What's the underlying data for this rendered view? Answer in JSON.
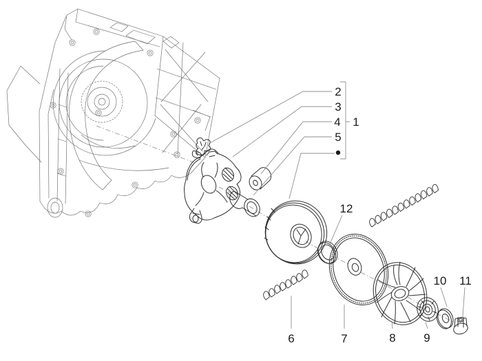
{
  "figure": {
    "background": "#ffffff",
    "line_color": "#2e2e2e",
    "case_line_color": "#6a6a6a",
    "leader_color": "#8f8f8f",
    "callout_color": "#1b1b1b"
  },
  "labels": {
    "1": "1",
    "2": "2",
    "3": "3",
    "4": "4",
    "5": "5",
    "6": "6",
    "7": "7",
    "8": "8",
    "9": "9",
    "10": "10",
    "11": "11",
    "12": "12"
  }
}
